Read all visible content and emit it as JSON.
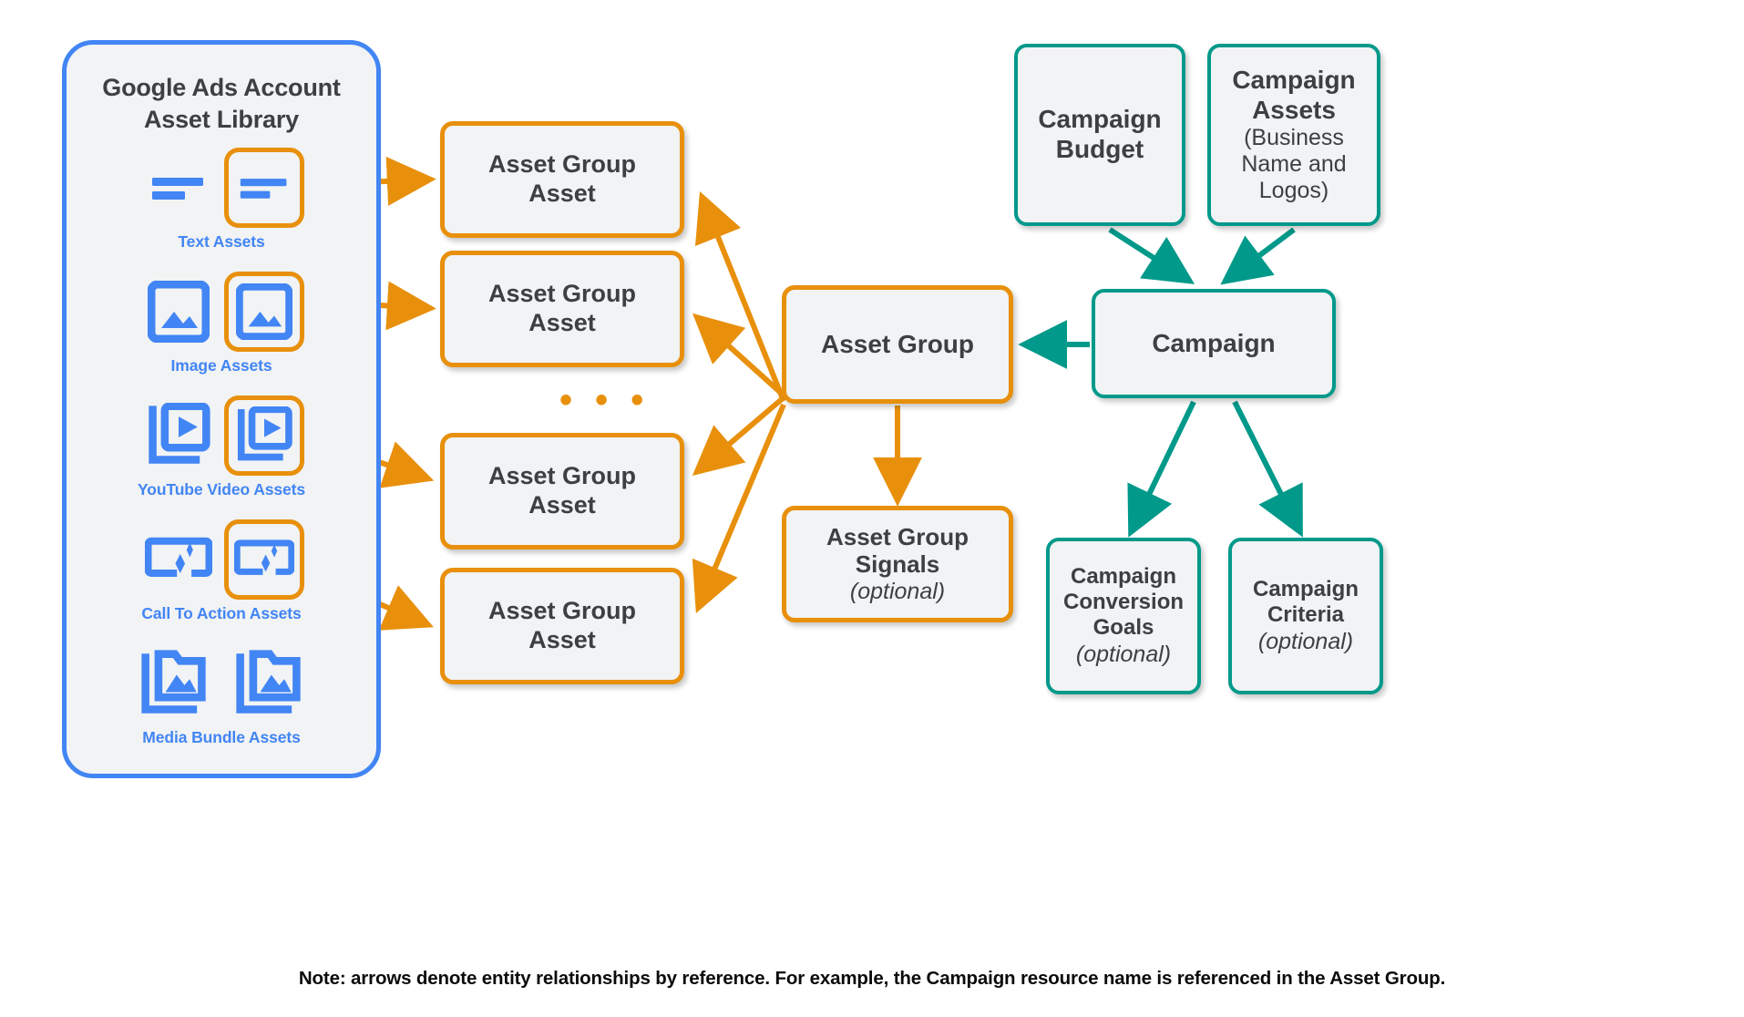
{
  "library": {
    "title_line1": "Google Ads Account",
    "title_line2": "Asset Library",
    "border_color": "#4285F4",
    "fill_color": "#F1F3F4",
    "asset_types": [
      {
        "label": "Text Assets",
        "icon": "text-asset-icon",
        "boxed_second": true
      },
      {
        "label": "Image Assets",
        "icon": "image-asset-icon",
        "boxed_second": true
      },
      {
        "label": "YouTube Video  Assets",
        "icon": "youtube-video-asset-icon",
        "boxed_second": true
      },
      {
        "label": "Call To Action Assets",
        "icon": "call-to-action-asset-icon",
        "boxed_second": true
      },
      {
        "label": "Media Bundle  Assets",
        "icon": "media-bundle-asset-icon",
        "boxed_second": false
      }
    ]
  },
  "asset_group_assets": [
    {
      "line1": "Asset Group",
      "line2": "Asset"
    },
    {
      "line1": "Asset Group",
      "line2": "Asset"
    },
    {
      "line1": "Asset Group",
      "line2": "Asset"
    },
    {
      "line1": "Asset Group",
      "line2": "Asset"
    }
  ],
  "ellipsis": "• • •",
  "center": {
    "asset_group": {
      "label": "Asset Group"
    },
    "asset_group_signals": {
      "line1": "Asset Group",
      "line2": "Signals",
      "optional": "(optional)"
    }
  },
  "campaign_side": {
    "campaign_budget": {
      "line1": "Campaign",
      "line2": "Budget"
    },
    "campaign_assets": {
      "line1": "Campaign",
      "line2": "Assets",
      "sub1": "(Business",
      "sub2": "Name and",
      "sub3": "Logos)"
    },
    "campaign": {
      "label": "Campaign"
    },
    "campaign_conversion_goals": {
      "line1": "Campaign",
      "line2": "Conversion",
      "line3": "Goals",
      "optional": "(optional)"
    },
    "campaign_criteria": {
      "line1": "Campaign",
      "line2": "Criteria",
      "optional": "(optional)"
    }
  },
  "note": "Note: arrows denote entity relationships by reference. For example, the Campaign resource name is referenced in the Asset Group.",
  "colors": {
    "orange": "#E8900C",
    "teal": "#00998A",
    "blue": "#4285F4",
    "box_fill": "#F1F3F4",
    "text": "#3C4043"
  }
}
